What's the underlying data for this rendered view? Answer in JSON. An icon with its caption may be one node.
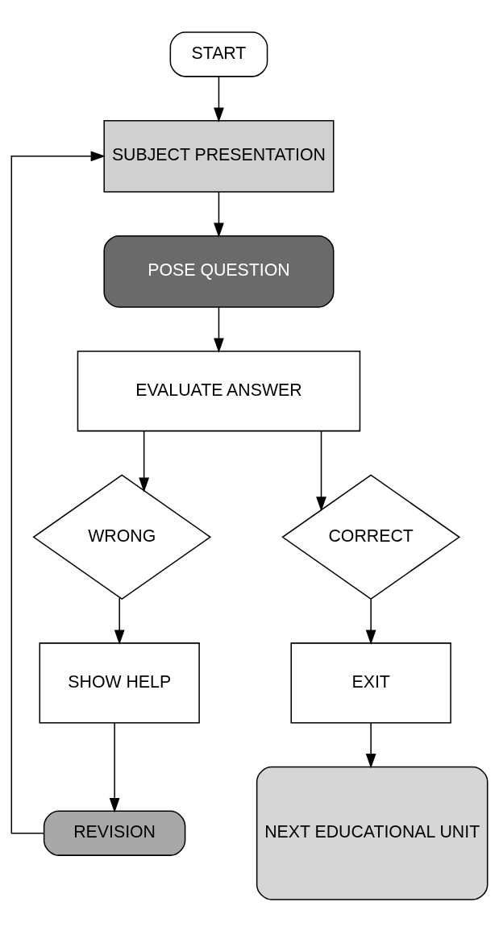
{
  "diagram": {
    "nodes": [
      {
        "text": [
          "START"
        ]
      },
      {
        "text": [
          "SUBJECT PRESENTATION"
        ]
      },
      {
        "text": [
          "POSE QUESTION"
        ]
      },
      {
        "text": [
          "EVALUATE ANSWER"
        ]
      },
      {
        "text": [
          "WRONG"
        ]
      },
      {
        "text": [
          "CORRECT"
        ]
      },
      {
        "text": [
          "SHOW HELP"
        ]
      },
      {
        "text": [
          "EXIT"
        ]
      },
      {
        "text": [
          "REVISION"
        ]
      },
      {
        "text": [
          "NEXT EDUCATIONAL UNIT"
        ]
      }
    ],
    "edges": [
      {
        "from": 0,
        "to": 1,
        "arrow": "to"
      },
      {
        "from": 1,
        "to": 2,
        "arrow": "to"
      },
      {
        "from": 2,
        "to": 3,
        "arrow": "to"
      },
      {
        "from": 3,
        "to": 4,
        "arrow": "to"
      },
      {
        "from": 3,
        "to": 5,
        "arrow": "to"
      },
      {
        "from": 4,
        "to": 6,
        "arrow": "to"
      },
      {
        "from": 5,
        "to": 7,
        "arrow": "to"
      },
      {
        "from": 6,
        "to": 8,
        "arrow": "to"
      },
      {
        "from": 7,
        "to": 9,
        "arrow": "to"
      },
      {
        "from": 8,
        "to": 1,
        "arrow": "to"
      }
    ]
  }
}
